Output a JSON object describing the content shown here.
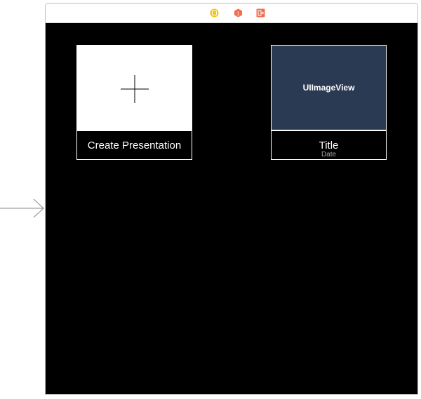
{
  "colors": {
    "background": "#000000",
    "image_view_fill": "#2b3a53",
    "cell_border": "#ffffff",
    "date_text": "#a6a6a6",
    "view_controller_icon": "#f0c419",
    "first_responder_icon": "#f26d50",
    "exit_icon": "#f26d50"
  },
  "scene_dock": {
    "icons": [
      "view-controller-icon",
      "first-responder-icon",
      "exit-icon"
    ]
  },
  "collection": {
    "create_cell": {
      "icon": "plus-icon",
      "label": "Create Presentation"
    },
    "presentation_cell": {
      "image_view_label": "UIImageView",
      "title": "Title",
      "date": "Date"
    }
  }
}
